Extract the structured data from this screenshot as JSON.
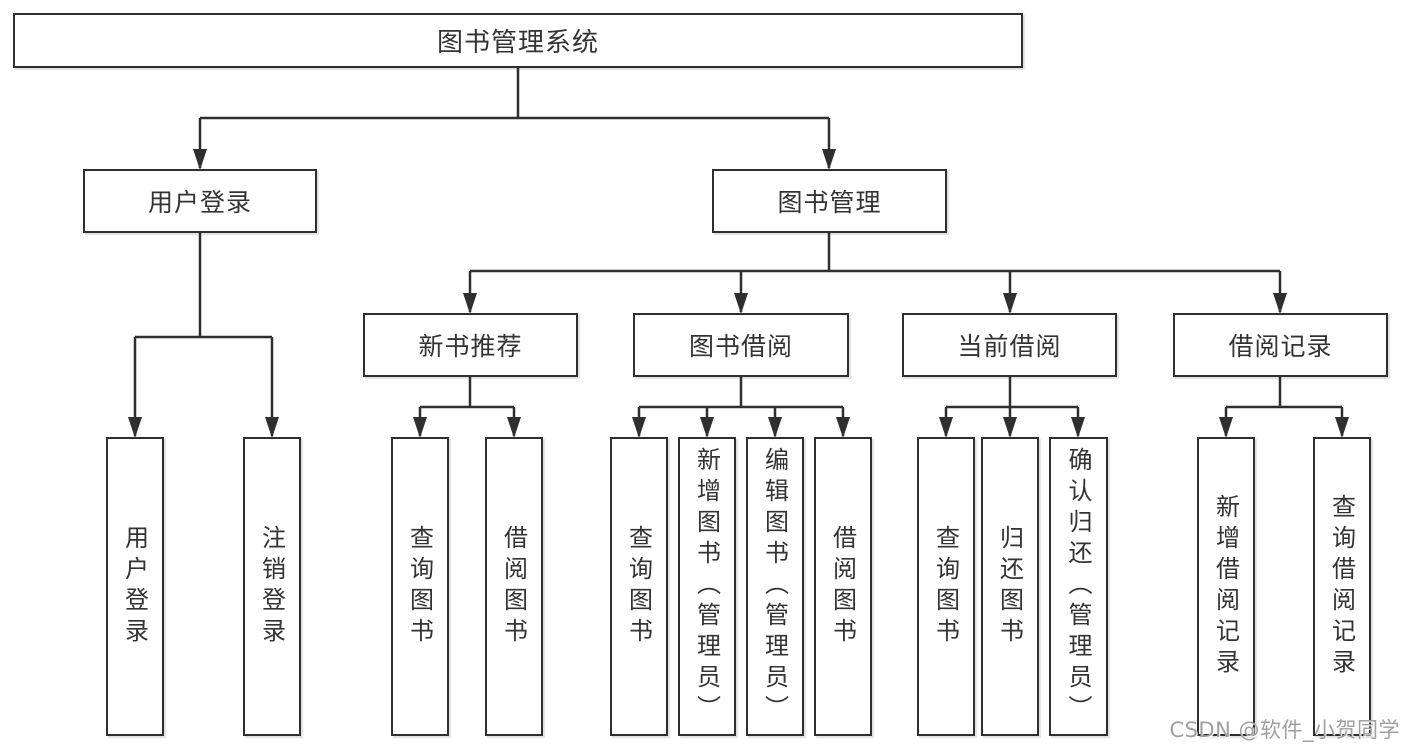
{
  "colors": {
    "line": "#2f2f2f",
    "text": "#333333",
    "watermark": "#a0a0a0",
    "background": "#ffffff"
  },
  "root": {
    "label": "图书管理系统"
  },
  "level2": [
    {
      "label": "用户登录"
    },
    {
      "label": "图书管理"
    }
  ],
  "level3": [
    {
      "label": "新书推荐",
      "parent": "图书管理"
    },
    {
      "label": "图书借阅",
      "parent": "图书管理"
    },
    {
      "label": "当前借阅",
      "parent": "图书管理"
    },
    {
      "label": "借阅记录",
      "parent": "图书管理"
    }
  ],
  "leaves": [
    {
      "label": "用户登录",
      "parent": "用户登录"
    },
    {
      "label": "注销登录",
      "parent": "用户登录"
    },
    {
      "label": "查询图书",
      "parent": "新书推荐"
    },
    {
      "label": "借阅图书",
      "parent": "新书推荐"
    },
    {
      "label": "查询图书",
      "parent": "图书借阅"
    },
    {
      "label": "新增图书（管理员）",
      "parent": "图书借阅"
    },
    {
      "label": "编辑图书（管理员）",
      "parent": "图书借阅"
    },
    {
      "label": "借阅图书",
      "parent": "图书借阅"
    },
    {
      "label": "查询图书",
      "parent": "当前借阅"
    },
    {
      "label": "归还图书",
      "parent": "当前借阅"
    },
    {
      "label": "确认归还（管理员）",
      "parent": "当前借阅"
    },
    {
      "label": "新增借阅记录",
      "parent": "借阅记录"
    },
    {
      "label": "查询借阅记录",
      "parent": "借阅记录"
    }
  ],
  "watermark": {
    "text": "CSDN @软件_小贺同学"
  }
}
